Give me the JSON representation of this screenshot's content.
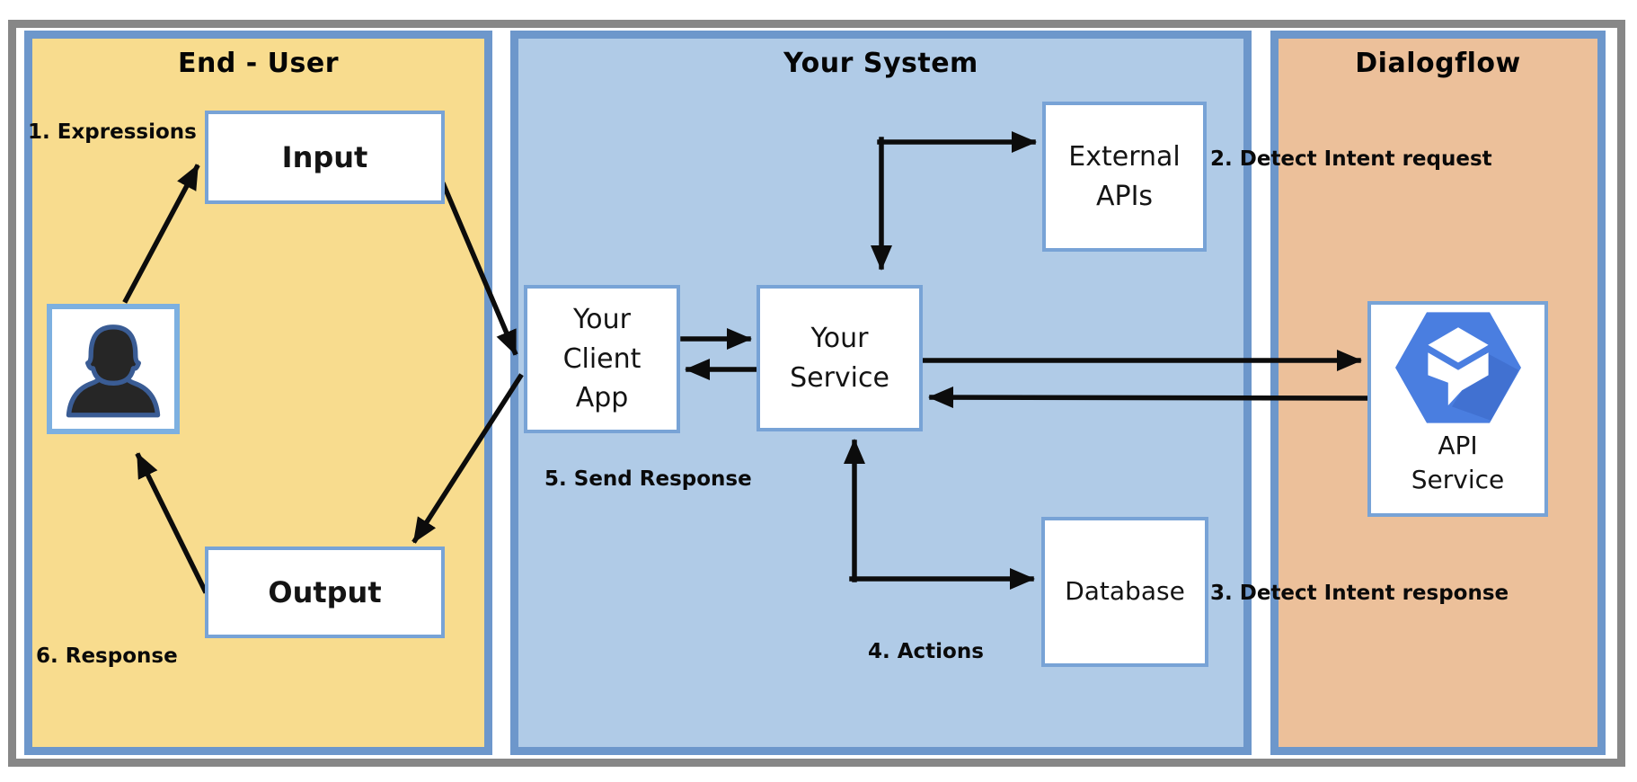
{
  "panels": [
    {
      "id": "end-user",
      "title": "End - User"
    },
    {
      "id": "your-system",
      "title": "Your System"
    },
    {
      "id": "dialogflow",
      "title": "Dialogflow"
    }
  ],
  "nodes": {
    "input": {
      "label": "Input"
    },
    "end_user": {
      "icon": "user-silhouette-icon"
    },
    "output": {
      "label": "Output"
    },
    "client_app": {
      "label": "Your Client App"
    },
    "service": {
      "label": "Your Service"
    },
    "external_apis": {
      "label": "External APIs"
    },
    "database": {
      "label": "Database"
    },
    "api_service": {
      "label": "API Service",
      "icon": "dialogflow-logo-icon"
    }
  },
  "step_labels": [
    "1. Expressions",
    "2. Detect Intent request",
    "3. Detect Intent response",
    "4. Actions",
    "5. Send Response",
    "6. Response"
  ],
  "colors": {
    "end_user_panel": "#f8dc8e",
    "your_system_panel": "#b0cbe7",
    "dialogflow_panel": "#ecc09a",
    "panel_border": "#6d97cb",
    "node_border": "#78a3d6",
    "outer_border": "#878787",
    "arrow": "#0c0c0c",
    "logo_blue": "#4a7ee0",
    "logo_shadow": "#3a66c4",
    "silhouette_fill": "#262626",
    "silhouette_stroke": "#3a5c94"
  }
}
